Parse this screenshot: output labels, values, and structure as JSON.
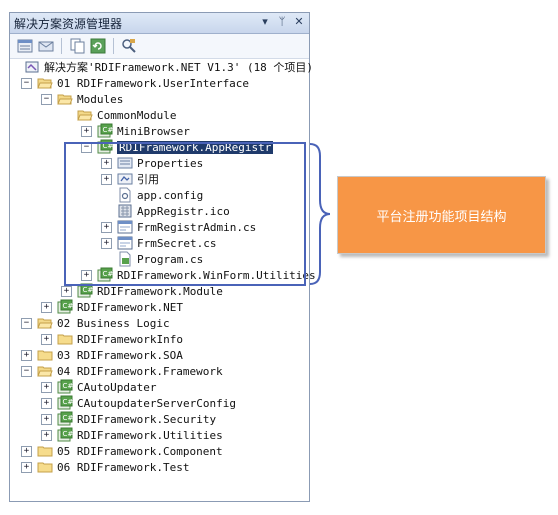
{
  "panel": {
    "title": "解决方案资源管理器",
    "controls": [
      "▾",
      "ᛘ",
      "✕"
    ]
  },
  "toolbar": {
    "tools": [
      "properties-icon",
      "show-all-files-icon",
      "copy-icon",
      "refresh-icon",
      "class-view-icon"
    ]
  },
  "tree": [
    {
      "label": "解决方案'RDIFramework.NET V1.3' (18 个项目)",
      "icon": "solution-icon",
      "exp": "",
      "depth": 0
    },
    {
      "label": "01 RDIFramework.UserInterface",
      "icon": "folder-open-icon",
      "exp": "−",
      "depth": 1
    },
    {
      "label": "Modules",
      "icon": "folder-open-icon",
      "exp": "−",
      "depth": 2
    },
    {
      "label": "CommonModule",
      "icon": "folder-open-icon",
      "exp": "",
      "depth": 3
    },
    {
      "label": "MiniBrowser",
      "icon": "csharp-project-icon",
      "exp": "+",
      "depth": 4
    },
    {
      "label": "RDIFramework.AppRegistr",
      "icon": "csharp-project-icon",
      "exp": "−",
      "depth": 4,
      "selected": true
    },
    {
      "label": "Properties",
      "icon": "properties-folder-icon",
      "exp": "+",
      "depth": 5
    },
    {
      "label": "引用",
      "icon": "references-icon",
      "exp": "+",
      "depth": 5
    },
    {
      "label": "app.config",
      "icon": "config-file-icon",
      "exp": "",
      "depth": 5
    },
    {
      "label": "AppRegistr.ico",
      "icon": "ico-file-icon",
      "exp": "",
      "depth": 5
    },
    {
      "label": "FrmRegistrAdmin.cs",
      "icon": "form-file-icon",
      "exp": "+",
      "depth": 5
    },
    {
      "label": "FrmSecret.cs",
      "icon": "form-file-icon",
      "exp": "+",
      "depth": 5
    },
    {
      "label": "Program.cs",
      "icon": "cs-file-icon",
      "exp": "",
      "depth": 5
    },
    {
      "label": "RDIFramework.WinForm.Utilities",
      "icon": "csharp-project-icon",
      "exp": "+",
      "depth": 4
    },
    {
      "label": "RDIFramework.Module",
      "icon": "csharp-project-icon",
      "exp": "+",
      "depth": 3
    },
    {
      "label": "RDIFramework.NET",
      "icon": "csharp-project-icon",
      "exp": "+",
      "depth": 2
    },
    {
      "label": "02 Business Logic",
      "icon": "folder-open-icon",
      "exp": "−",
      "depth": 1
    },
    {
      "label": "RDIFrameworkInfo",
      "icon": "folder-icon",
      "exp": "+",
      "depth": 2
    },
    {
      "label": "03 RDIFramework.SOA",
      "icon": "folder-icon",
      "exp": "+",
      "depth": 1
    },
    {
      "label": "04 RDIFramework.Framework",
      "icon": "folder-open-icon",
      "exp": "−",
      "depth": 1
    },
    {
      "label": "CAutoUpdater",
      "icon": "csharp-project-icon",
      "exp": "+",
      "depth": 2
    },
    {
      "label": "CAutoupdaterServerConfig",
      "icon": "csharp-project-icon",
      "exp": "+",
      "depth": 2
    },
    {
      "label": "RDIFramework.Security",
      "icon": "csharp-project-icon",
      "exp": "+",
      "depth": 2
    },
    {
      "label": "RDIFramework.Utilities",
      "icon": "csharp-project-icon",
      "exp": "+",
      "depth": 2
    },
    {
      "label": "05 RDIFramework.Component",
      "icon": "folder-icon",
      "exp": "+",
      "depth": 1
    },
    {
      "label": "06 RDIFramework.Test",
      "icon": "folder-icon",
      "exp": "+",
      "depth": 1
    }
  ],
  "callout": {
    "text": "平台注册功能项目结构"
  },
  "colors": {
    "highlight": "#4a63b8",
    "callout": "#f79646",
    "selection": "#1f3a6b"
  }
}
